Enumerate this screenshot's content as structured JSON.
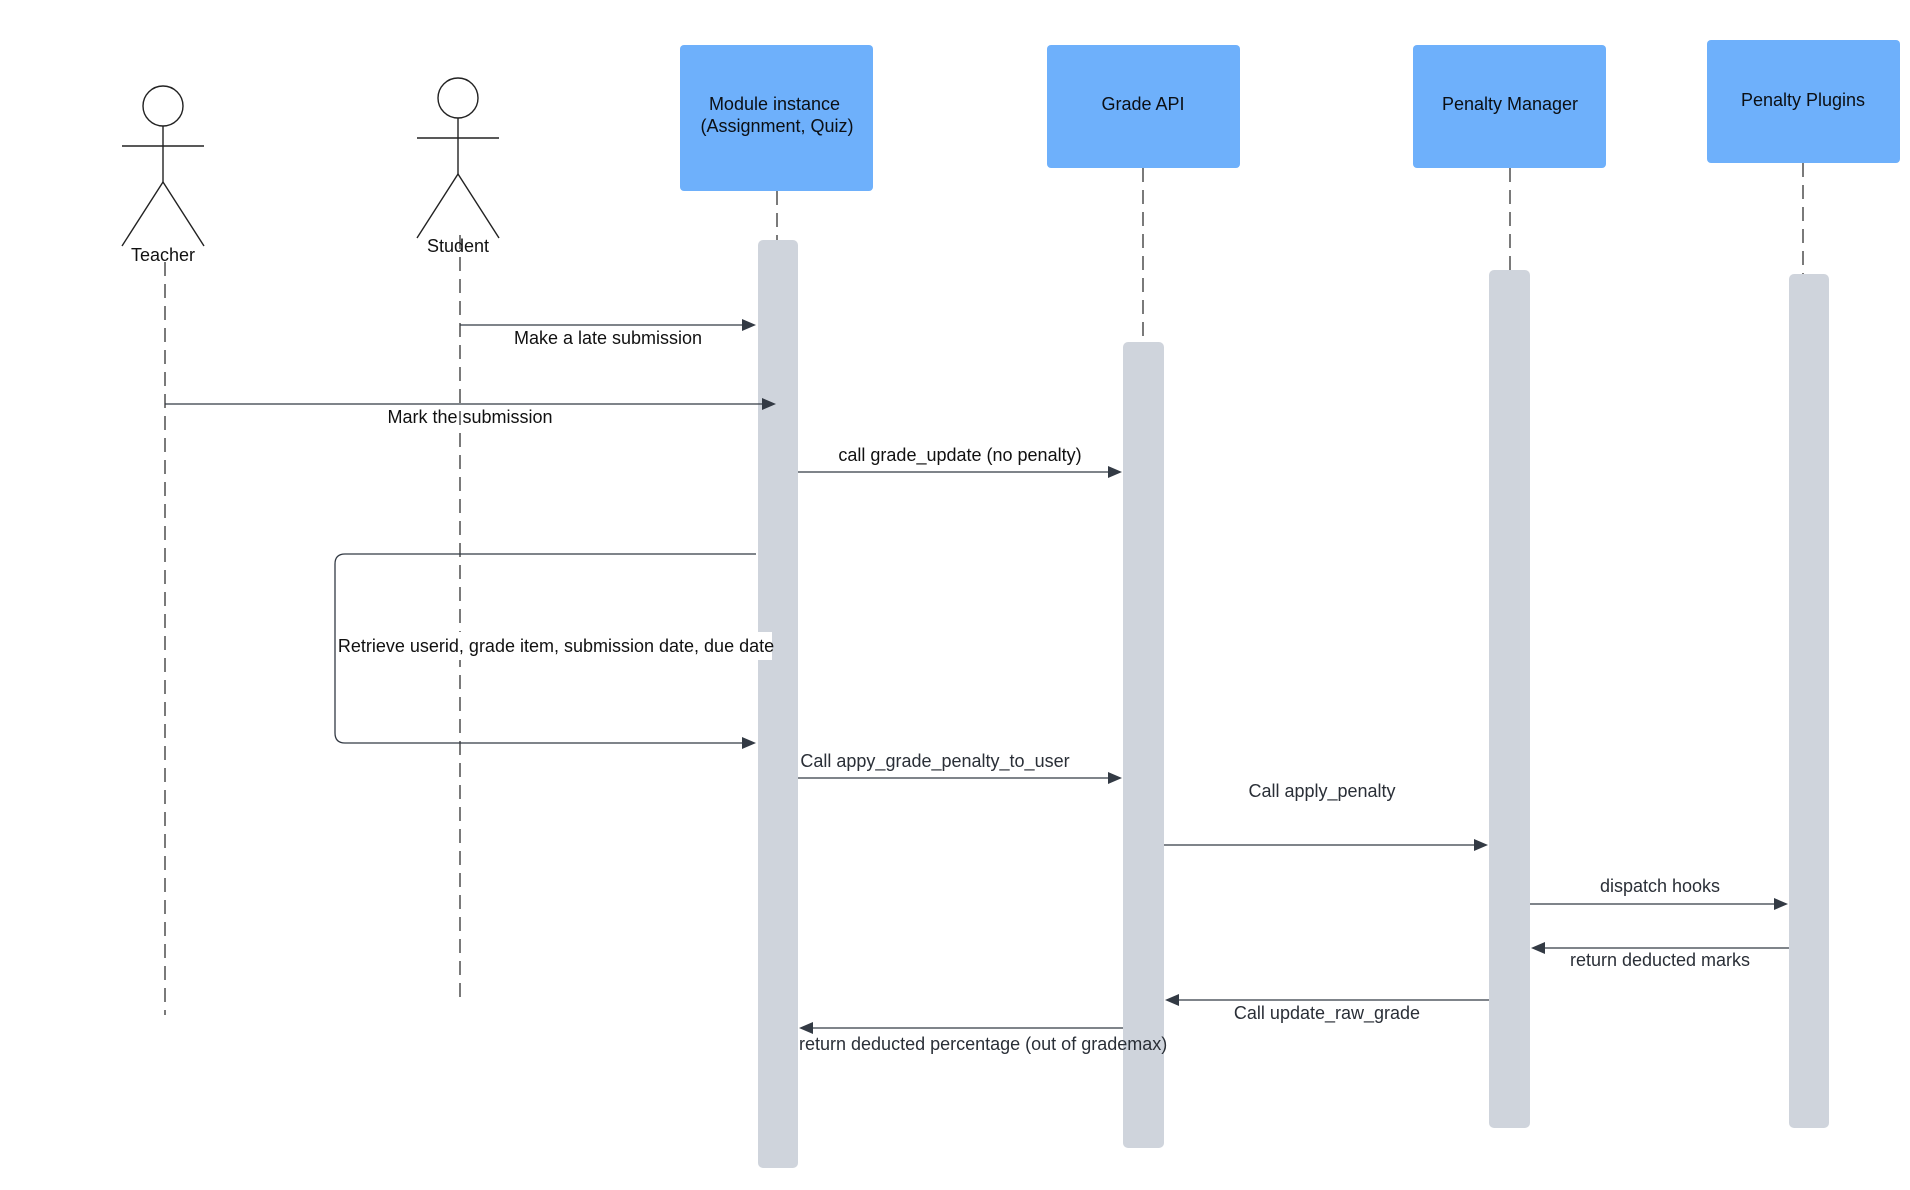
{
  "actors": [
    {
      "id": "teacher",
      "label": "Teacher"
    },
    {
      "id": "student",
      "label": "Student"
    }
  ],
  "participants": [
    {
      "id": "module",
      "label_lines": [
        "Module instance",
        "(Assignment, Quiz)"
      ]
    },
    {
      "id": "grade_api",
      "label_lines": [
        "Grade API"
      ]
    },
    {
      "id": "penalty_manager",
      "label_lines": [
        "Penalty Manager"
      ]
    },
    {
      "id": "penalty_plugins",
      "label_lines": [
        "Penalty Plugins"
      ]
    }
  ],
  "messages": [
    {
      "id": "late_submission",
      "label": "Make a late submission"
    },
    {
      "id": "mark_submission",
      "label": "Mark the submission"
    },
    {
      "id": "grade_update",
      "label": "call grade_update (no penalty)"
    },
    {
      "id": "retrieve",
      "label": "Retrieve userid, grade item, submission date, due date"
    },
    {
      "id": "appy_penalty",
      "label": "Call appy_grade_penalty_to_user"
    },
    {
      "id": "apply_penalty",
      "label": "Call apply_penalty"
    },
    {
      "id": "dispatch_hooks",
      "label": "dispatch hooks"
    },
    {
      "id": "return_marks",
      "label": "return deducted marks"
    },
    {
      "id": "update_raw_grade",
      "label": "Call update_raw_grade"
    },
    {
      "id": "return_percentage",
      "label": "return deducted percentage (out of grademax)"
    }
  ],
  "colors": {
    "participant_fill": "#6eb0fb",
    "activation_fill": "#cfd4dc",
    "line": "#333a44"
  }
}
